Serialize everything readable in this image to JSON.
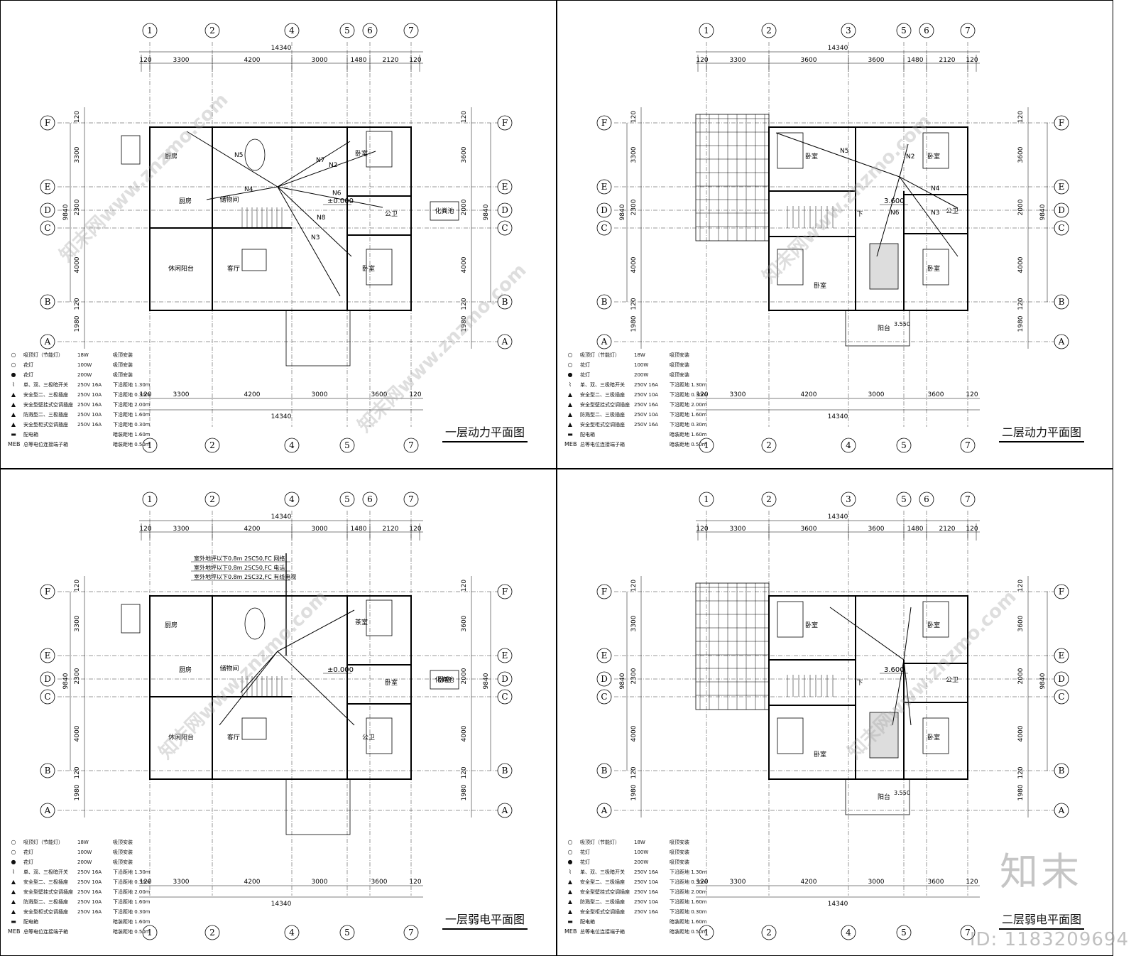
{
  "sheets": [
    {
      "title": "一层动力平面图",
      "axes_top": [
        "1",
        "2",
        "4",
        "5",
        "6",
        "7"
      ],
      "axes_bottom": [
        "1",
        "2",
        "4",
        "5",
        "7"
      ],
      "dims_top": [
        "120",
        "3300",
        "4200",
        "3000",
        "1480",
        "2120",
        "120"
      ],
      "dims_bottom": [
        "120",
        "3300",
        "4200",
        "3000",
        "3600",
        "120"
      ],
      "total": "14340",
      "rows": [
        "F",
        "E",
        "D",
        "C",
        "B",
        "A"
      ],
      "dims_left": [
        "120",
        "3300",
        "2300",
        "4000",
        "120",
        "1980"
      ],
      "dims_right": [
        "120",
        "3600",
        "2000",
        "4000",
        "120",
        "1980"
      ],
      "depth": "9840",
      "rooms": [
        "厨房",
        "厨房",
        "储物间",
        "休闲阳台",
        "客厅",
        "卧室",
        "公卫",
        "卧室",
        "化粪池"
      ],
      "level": "±0.000",
      "circuits": [
        "N5",
        "N4",
        "N7",
        "N2",
        "N6",
        "N8",
        "N3"
      ]
    },
    {
      "title": "二层动力平面图",
      "axes_top": [
        "1",
        "2",
        "3",
        "5",
        "6",
        "7"
      ],
      "axes_bottom": [
        "1",
        "2",
        "4",
        "5",
        "7"
      ],
      "dims_top": [
        "120",
        "3300",
        "3600",
        "3600",
        "1480",
        "2120",
        "120"
      ],
      "dims_bottom": [
        "120",
        "3300",
        "4200",
        "3000",
        "3600",
        "120"
      ],
      "total": "14340",
      "rows": [
        "F",
        "E",
        "D",
        "C",
        "B",
        "A"
      ],
      "dims_left": [
        "120",
        "3300",
        "2300",
        "4000",
        "120",
        "1980"
      ],
      "dims_right": [
        "120",
        "3600",
        "2000",
        "4000",
        "120",
        "1980"
      ],
      "depth": "9840",
      "rooms": [
        "卧室",
        "卧室",
        "卧室",
        "卧室",
        "公卫",
        "阳台",
        "下"
      ],
      "level": "3.600",
      "level2": "3.550",
      "circuits": [
        "N5",
        "N2",
        "N4",
        "N6",
        "N3"
      ]
    },
    {
      "title": "一层弱电平面图",
      "axes_top": [
        "1",
        "2",
        "4",
        "5",
        "6",
        "7"
      ],
      "axes_bottom": [
        "1",
        "2",
        "4",
        "5",
        "7"
      ],
      "dims_top": [
        "120",
        "3300",
        "4200",
        "3000",
        "1480",
        "2120",
        "120"
      ],
      "dims_bottom": [
        "120",
        "3300",
        "4200",
        "3000",
        "3600",
        "120"
      ],
      "total": "14340",
      "rows": [
        "F",
        "E",
        "D",
        "C",
        "B",
        "A"
      ],
      "dims_left": [
        "120",
        "3300",
        "2300",
        "4000",
        "120",
        "1980"
      ],
      "dims_right": [
        "120",
        "3600",
        "2000",
        "4000",
        "120",
        "1980"
      ],
      "depth": "9840",
      "rooms": [
        "厨房",
        "厨房",
        "储物间",
        "休闲阳台",
        "客厅",
        "茶室",
        "卧室",
        "公卫",
        "卧室",
        "化粪池"
      ],
      "level": "±0.000",
      "notes": [
        "室外地坪以下0.8m 2SC50,FC 网络",
        "室外地坪以下0.8m 2SC50,FC 电话",
        "室外地坪以下0.8m 2SC32,FC 有线电视"
      ]
    },
    {
      "title": "二层弱电平面图",
      "axes_top": [
        "1",
        "2",
        "3",
        "5",
        "6",
        "7"
      ],
      "axes_bottom": [
        "1",
        "2",
        "4",
        "5",
        "7"
      ],
      "dims_top": [
        "120",
        "3300",
        "3600",
        "3600",
        "1480",
        "2120",
        "120"
      ],
      "dims_bottom": [
        "120",
        "3300",
        "4200",
        "3000",
        "3600",
        "120"
      ],
      "total": "14340",
      "rows": [
        "F",
        "E",
        "D",
        "C",
        "B",
        "A"
      ],
      "dims_left": [
        "120",
        "3300",
        "2300",
        "4000",
        "120",
        "1980"
      ],
      "dims_right": [
        "120",
        "3600",
        "2000",
        "4000",
        "120",
        "1980"
      ],
      "depth": "9840",
      "rooms": [
        "卧室",
        "卧室",
        "卧室",
        "卧室",
        "公卫",
        "阳台",
        "下"
      ],
      "level": "3.600",
      "level2": "3.550"
    }
  ],
  "legend": [
    {
      "icon": "ceiling-lamp-icon",
      "sym": "○",
      "name": "吸顶灯（节能灯）",
      "rating": "18W",
      "install": "吸顶安装"
    },
    {
      "icon": "chandelier-icon",
      "sym": "○",
      "name": "花灯",
      "rating": "100W",
      "install": "吸顶安装"
    },
    {
      "icon": "chandelier-large-icon",
      "sym": "●",
      "name": "花灯",
      "rating": "200W",
      "install": "吸顶安装"
    },
    {
      "icon": "switch-icon",
      "sym": "⌇",
      "name": "单、双、三极暗开关",
      "rating": "250V 16A",
      "install": "下沿距地 1.30m"
    },
    {
      "icon": "socket-icon",
      "sym": "▲",
      "name": "安全型二、三极插座",
      "rating": "250V 10A",
      "install": "下沿距地 0.30m"
    },
    {
      "icon": "ac-socket-icon",
      "sym": "▲",
      "name": "安全型壁挂式空调插座",
      "rating": "250V 16A",
      "install": "下沿距地 2.00m"
    },
    {
      "icon": "splash-socket-icon",
      "sym": "▲",
      "name": "防溅型二、三极插座",
      "rating": "250V 10A",
      "install": "下沿距地 1.60m"
    },
    {
      "icon": "ac-floor-socket-icon",
      "sym": "▲",
      "name": "安全型柜式空调插座",
      "rating": "250V 16A",
      "install": "下沿距地 0.30m"
    },
    {
      "icon": "panel-icon",
      "sym": "▬",
      "name": "配电箱",
      "rating": "",
      "install": "暗装距地 1.60m"
    },
    {
      "icon": "meb-icon",
      "sym": "MEB",
      "name": "总等电位连接端子箱",
      "rating": "",
      "install": "暗装距地 0.50m"
    }
  ],
  "watermark": {
    "text": "知末网www.znzmo.com",
    "logo": "知末",
    "id": "ID: 1183209694"
  }
}
